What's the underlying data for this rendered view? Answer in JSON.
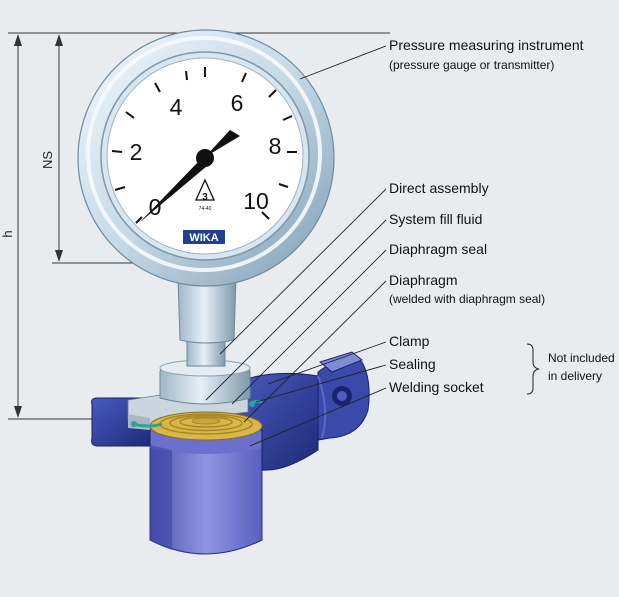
{
  "dimensions": {
    "ns_label": "NS",
    "h_label": "h"
  },
  "gauge": {
    "scale_numbers": [
      "0",
      "2",
      "4",
      "6",
      "8",
      "10"
    ],
    "brand": "WIKA",
    "class_badge": "3",
    "badge_code": "74-40"
  },
  "callouts": [
    {
      "label": "Pressure measuring instrument",
      "sublabel": "(pressure gauge or transmitter)"
    },
    {
      "label": "Direct assembly"
    },
    {
      "label": "System fill fluid"
    },
    {
      "label": "Diaphragm seal"
    },
    {
      "label": "Diaphragm",
      "sublabel": "(welded with diaphragm seal)"
    },
    {
      "label": "Clamp"
    },
    {
      "label": "Sealing"
    },
    {
      "label": "Welding socket"
    }
  ],
  "bracket_note": {
    "line1": "Not included",
    "line2": "in delivery"
  },
  "colors": {
    "background": "#e9ecef",
    "gauge_case": "#c8dbe8",
    "clamp_blue": "#2f3f9a",
    "socket_blue": "#7e85d6",
    "diaphragm_yellow": "#d9b64a",
    "sealing_teal": "#2aa39c",
    "brand_blue": "#1f3f8f"
  }
}
